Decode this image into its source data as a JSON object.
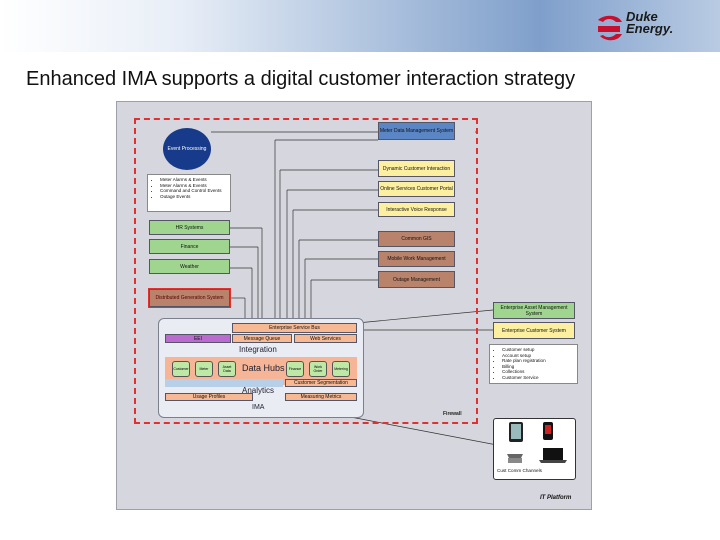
{
  "header": {
    "logo_text": "Duke Energy®",
    "logo_line1": "Duke",
    "logo_line2": "Energy."
  },
  "title": "Enhanced IMA supports a digital customer interaction strategy",
  "diagram": {
    "event_processing": "Event Processing",
    "event_bullets": [
      "Meter Alarms & Events",
      "Meter Alarms & Events",
      "Command and Control Events",
      "Outage Events"
    ],
    "left_systems": [
      "HR Systems",
      "Finance",
      "Weather"
    ],
    "distributed_generation": "Distributed Generation System",
    "right_systems": [
      "Meter Data Management System",
      "Dynamic Customer Interaction",
      "Online Services Customer Portal",
      "Interactive Voice Response",
      "Common GIS",
      "Mobile Work Management",
      "Outage Management"
    ],
    "enterprise_asset": "Enterprise Asset Management System",
    "enterprise_customer": "Enterprise Customer System",
    "customer_bullets": [
      "Customer setup",
      "Account setup",
      "Rate plan registration",
      "Billing",
      "Collections",
      "Customer Service"
    ],
    "ima": {
      "enterprise_service_bus": "Enterprise Service Bus",
      "esb_tag": "EEI",
      "message_queue": "Message Queue",
      "web_services": "Web Services",
      "integration": "Integration",
      "data_hubs": "Data Hubs",
      "cylinders_left": [
        "Customer",
        "Meter",
        "Asset Data"
      ],
      "cylinders_right": [
        "Finance",
        "Work Order",
        "Metering"
      ],
      "customer_segmentation": "Customer Segmentation",
      "analytics": "Analytics",
      "usage_profiles": "Usage Profiles",
      "measuring_metrics": "Measuring Metrics",
      "label": "IMA"
    },
    "firewall": "Firewall",
    "comm_channels": "Cust Comm Channels",
    "it_platform": "IT Platform"
  },
  "colors": {
    "red_boundary": "#e03030",
    "event_circle": "#173a8a",
    "blue_box": "#5b86c6",
    "yellow_box": "#fcef9f",
    "brown_box": "#b9826a",
    "green_box": "#9fd58e"
  }
}
